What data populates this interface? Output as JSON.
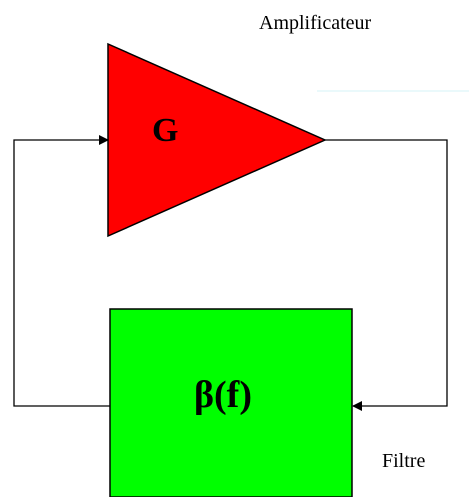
{
  "labels": {
    "amplifier": "Amplificateur",
    "gain": "G",
    "filter_transfer": "β(f)",
    "filter": "Filtre"
  },
  "colors": {
    "amplifier_fill": "#ff0000",
    "filter_fill": "#00ff00",
    "stroke": "#000000",
    "faint_line": "#d6f3f7"
  },
  "icons": {
    "amplifier": "triangle-amplifier-symbol",
    "filter": "rectangle-block",
    "arrow": "filled-arrowhead"
  }
}
